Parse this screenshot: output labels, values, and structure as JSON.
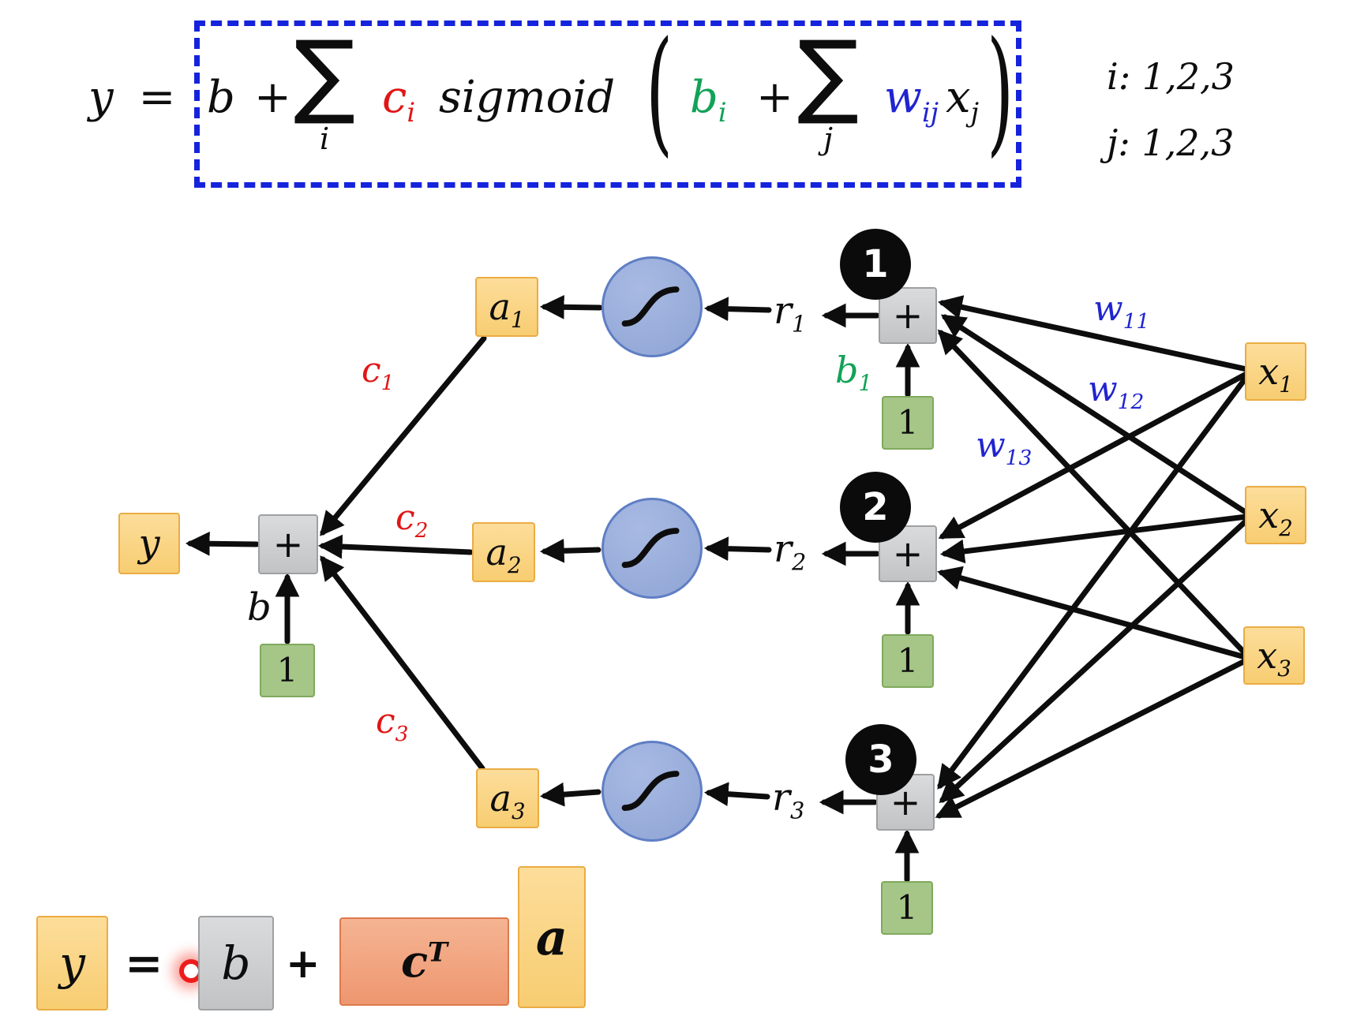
{
  "colors": {
    "box_orange_fill": "#F9D282",
    "box_orange_border": "#EBAC44",
    "box_gray_fill": "#C9CACC",
    "box_gray_border": "#9FA0A2",
    "box_green_fill": "#A5C687",
    "box_green_border": "#7FA95C",
    "circle_blue_fill": "#98ABD9",
    "circle_blue_border": "#5F7EC4",
    "salmon_fill": "#F2A27D",
    "salmon_border": "#DE7A4D",
    "label_red": "#E01616",
    "label_green": "#12A257",
    "label_blue": "#2025CF",
    "dotted_box_blue": "#1523DC",
    "laser_red": "#ED1C1C",
    "badge_black": "#0B0B0B"
  },
  "formula": {
    "lhs": "y",
    "equals": "=",
    "bias": "b",
    "plus_1": "+",
    "sum_1": "∑",
    "sum_1_index": "i",
    "c_base": "c",
    "c_sub": "i",
    "sigmoid": "sigmoid",
    "paren_open": "(",
    "b_base": "b",
    "b_sub": "i",
    "plus_2": "+",
    "sum_2": "∑",
    "sum_2_index": "j",
    "w_base": "w",
    "w_sub": "ij",
    "x_base": "x",
    "x_sub": "j",
    "paren_close": ")",
    "note_i": "i: 1,2,3",
    "note_j": "j: 1,2,3"
  },
  "network": {
    "inputs": [
      {
        "base": "x",
        "sub": "1"
      },
      {
        "base": "x",
        "sub": "2"
      },
      {
        "base": "x",
        "sub": "3"
      }
    ],
    "weights": [
      {
        "base": "w",
        "sub": "11"
      },
      {
        "base": "w",
        "sub": "12"
      },
      {
        "base": "w",
        "sub": "13"
      }
    ],
    "rows": [
      {
        "badge": "1",
        "plus": "+",
        "r_base": "r",
        "r_sub": "1",
        "a_base": "a",
        "a_sub": "1",
        "c_base": "c",
        "c_sub": "1",
        "bias_value": "1"
      },
      {
        "badge": "2",
        "plus": "+",
        "r_base": "r",
        "r_sub": "2",
        "a_base": "a",
        "a_sub": "2",
        "c_base": "c",
        "c_sub": "2",
        "bias_value": "1"
      },
      {
        "badge": "3",
        "plus": "+",
        "r_base": "r",
        "r_sub": "3",
        "a_base": "a",
        "a_sub": "3",
        "c_base": "c",
        "c_sub": "3",
        "bias_value": "1"
      }
    ],
    "hidden_bias_label": {
      "base": "b",
      "sub": "1"
    },
    "output": {
      "label": "y",
      "plus": "+",
      "bias_label": "b",
      "bias_value": "1"
    }
  },
  "matrix_equation": {
    "y": "y",
    "equals": "=",
    "b": "b",
    "plus": "+",
    "c_base": "c",
    "c_sup": "T",
    "a": "a"
  }
}
